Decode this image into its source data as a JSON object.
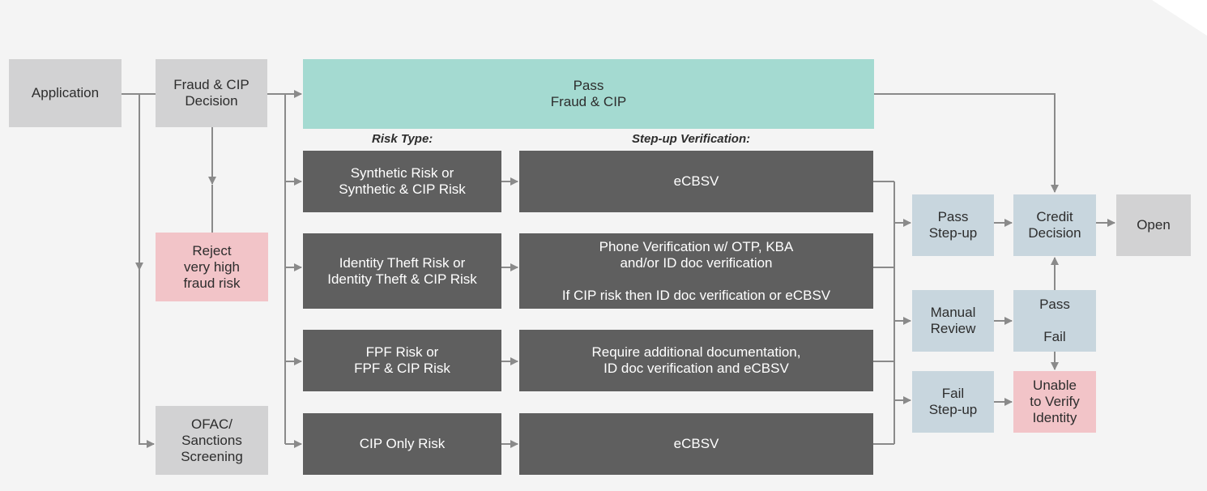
{
  "nodes": {
    "application": "Application",
    "fraud_cip_decision": "Fraud & CIP\nDecision",
    "pass_fraud_cip": "Pass\nFraud & CIP",
    "reject": "Reject\nvery high\nfraud risk",
    "ofac": "OFAC/\nSanctions\nScreening",
    "synthetic_risk": "Synthetic Risk or\nSynthetic & CIP  Risk",
    "identity_theft_risk": "Identity Theft Risk or\nIdentity Theft & CIP Risk",
    "fpf_risk": "FPF Risk or\nFPF & CIP Risk",
    "cip_only_risk": "CIP Only Risk",
    "ecbsv_1": "eCBSV",
    "phone_verification": "Phone Verification w/ OTP, KBA\nand/or ID doc verification\n\nIf CIP risk then ID doc verification or eCBSV",
    "additional_docs": "Require additional documentation,\nID doc verification and eCBSV",
    "ecbsv_2": "eCBSV",
    "pass_stepup": "Pass\nStep-up",
    "manual_review": "Manual\nReview",
    "fail_stepup": "Fail\nStep-up",
    "credit_decision": "Credit\nDecision",
    "open": "Open",
    "pass_fail": "Pass\n\nFail",
    "unable_verify": "Unable\nto Verify\nIdentity"
  },
  "headers": {
    "risk_type": "Risk Type:",
    "stepup_verification": "Step-up Verification:"
  },
  "colors": {
    "grey": "#d2d2d3",
    "dark": "#5f5f5f",
    "teal": "#a4dad1",
    "pink": "#f2c4c8",
    "blue": "#c8d6de",
    "connector": "#8a8a8a",
    "background": "#f4f4f4"
  }
}
